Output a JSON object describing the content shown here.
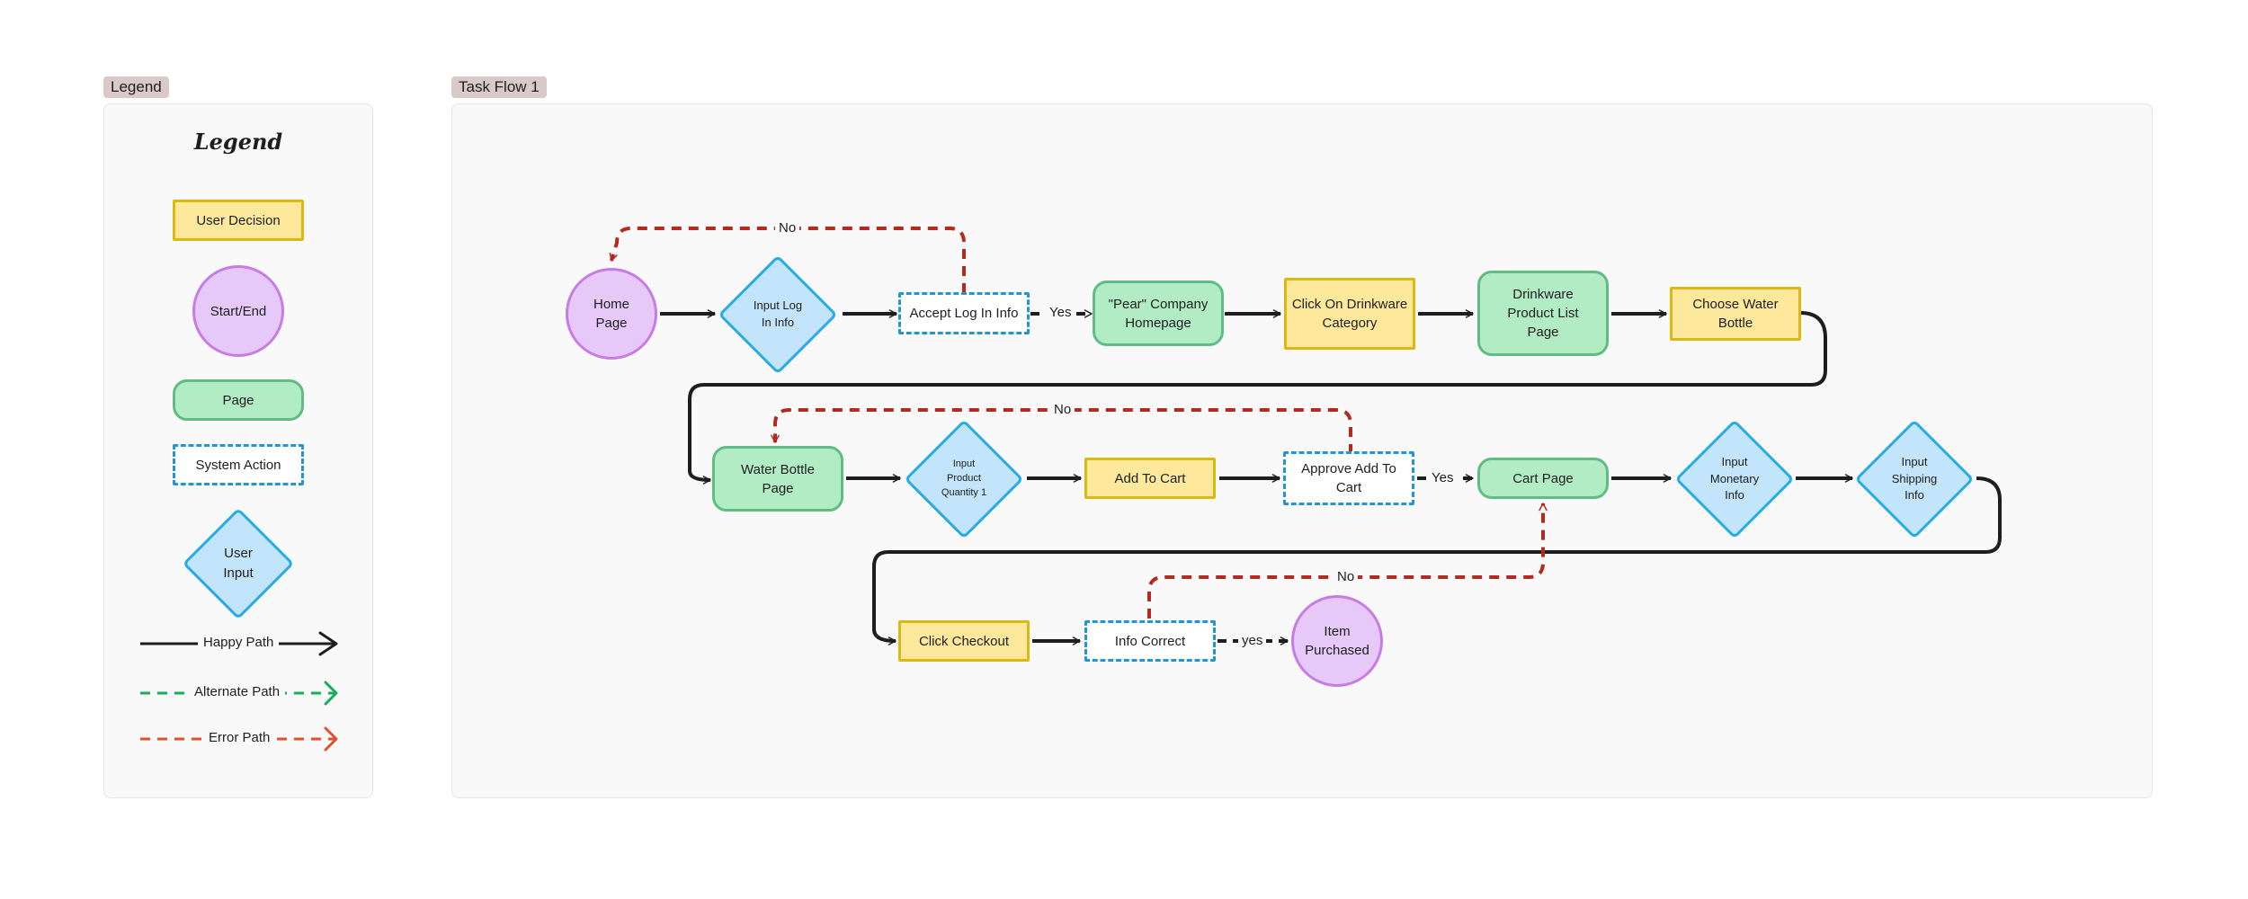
{
  "sections": {
    "legend": "Legend",
    "flow": "Task Flow 1"
  },
  "legend": {
    "title": "Legend",
    "items": {
      "user_decision": "User Decision",
      "start_end": "Start/End",
      "page": "Page",
      "system_action": "System Action",
      "user_input": "User\nInput"
    },
    "lines": {
      "happy": "Happy Path",
      "alternate": "Alternate Path",
      "error": "Error Path"
    }
  },
  "nodes": {
    "home_page": "Home\nPage",
    "input_log_in_info": "Input Log\nIn Info",
    "accept_log_in_info": "Accept Log In Info",
    "pear_homepage": "\"Pear\" Company\nHomepage",
    "click_drinkware": "Click On Drinkware\nCategory",
    "drinkware_list": "Drinkware\nProduct List\nPage",
    "choose_water_bottle": "Choose Water\nBottle",
    "water_bottle_page": "Water Bottle\nPage",
    "input_product_quantity": "Input\nProduct\nQuantity 1",
    "add_to_cart": "Add To Cart",
    "approve_add_to_cart": "Approve Add To\nCart",
    "cart_page": "Cart Page",
    "input_monetary_info": "Input\nMonetary\nInfo",
    "input_shipping_info": "Input\nShipping\nInfo",
    "click_checkout": "Click Checkout",
    "info_correct": "Info Correct",
    "item_purchased": "Item\nPurchased"
  },
  "edge_labels": {
    "login_yes": "Yes",
    "login_no": "No",
    "cart_yes": "Yes",
    "cart_no": "No",
    "info_yes": "yes",
    "info_no": "No"
  },
  "colors": {
    "happy": "#1e1e1e",
    "alternate": "#14ae5c",
    "error_legend": "#e0502c",
    "error_flow": "#b32b1f",
    "decision_fill": "#fde89c",
    "startend_fill": "#e6c9f8",
    "page_fill": "#b1ecc5",
    "input_fill": "#c3e5fb",
    "system_border": "#2295d8"
  }
}
